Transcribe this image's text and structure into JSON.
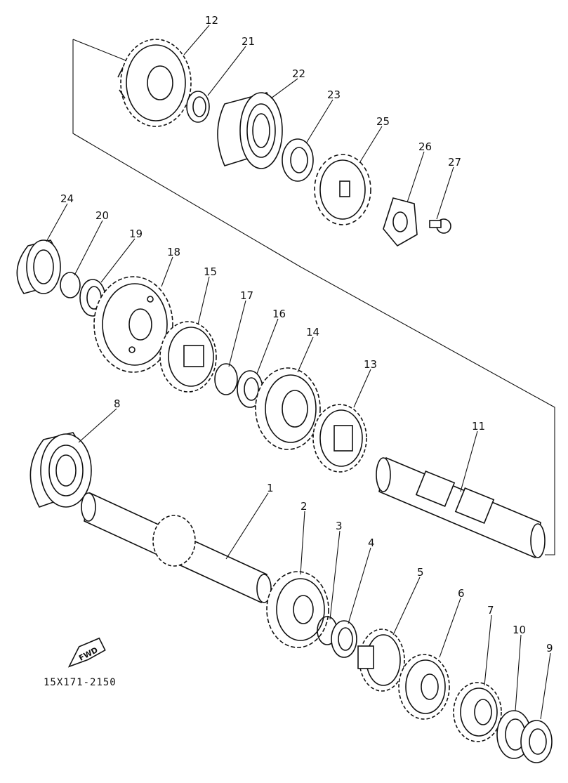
{
  "diagram": {
    "part_code": "15X171-2150",
    "fwd_label": "FWD",
    "callouts": [
      {
        "id": "1",
        "label": "1"
      },
      {
        "id": "2",
        "label": "2"
      },
      {
        "id": "3",
        "label": "3"
      },
      {
        "id": "4",
        "label": "4"
      },
      {
        "id": "5",
        "label": "5"
      },
      {
        "id": "6",
        "label": "6"
      },
      {
        "id": "7",
        "label": "7"
      },
      {
        "id": "8",
        "label": "8"
      },
      {
        "id": "9",
        "label": "9"
      },
      {
        "id": "10",
        "label": "10"
      },
      {
        "id": "11",
        "label": "11"
      },
      {
        "id": "12",
        "label": "12"
      },
      {
        "id": "13",
        "label": "13"
      },
      {
        "id": "14",
        "label": "14"
      },
      {
        "id": "15",
        "label": "15"
      },
      {
        "id": "16",
        "label": "16"
      },
      {
        "id": "17",
        "label": "17"
      },
      {
        "id": "18",
        "label": "18"
      },
      {
        "id": "19",
        "label": "19"
      },
      {
        "id": "20",
        "label": "20"
      },
      {
        "id": "21",
        "label": "21"
      },
      {
        "id": "22",
        "label": "22"
      },
      {
        "id": "23",
        "label": "23"
      },
      {
        "id": "24",
        "label": "24"
      },
      {
        "id": "25",
        "label": "25"
      },
      {
        "id": "26",
        "label": "26"
      },
      {
        "id": "27",
        "label": "27"
      }
    ]
  }
}
